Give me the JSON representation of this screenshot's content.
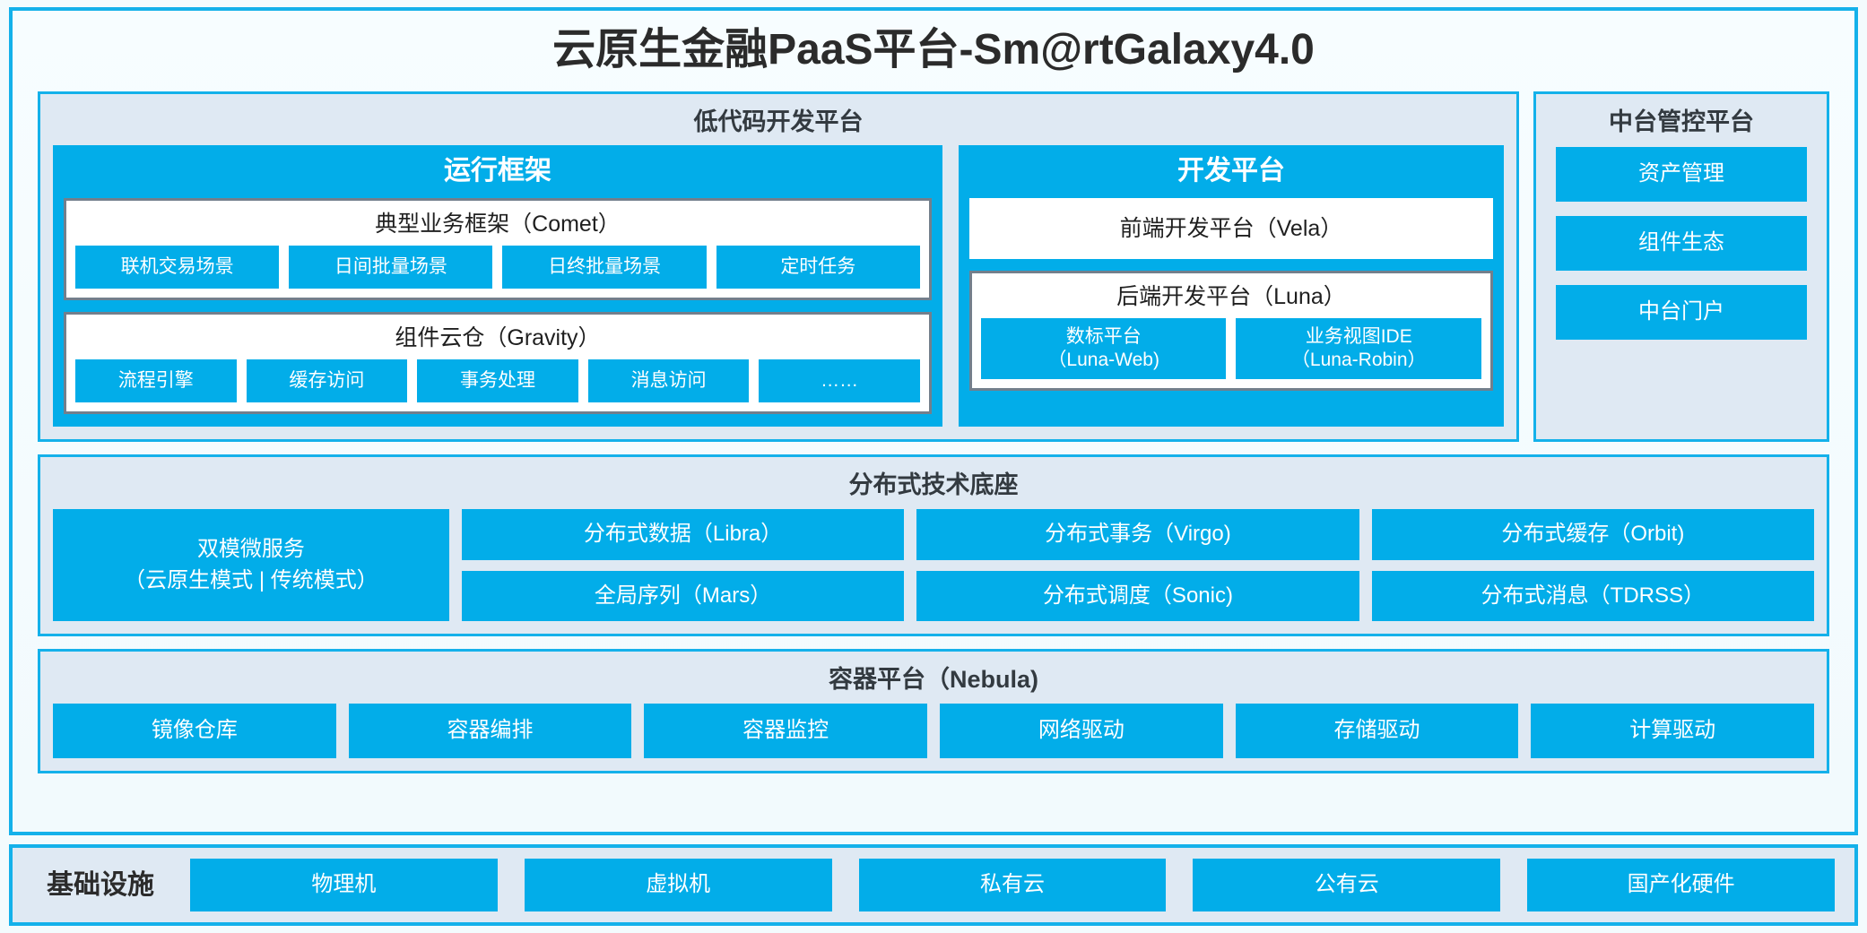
{
  "title": "云原生金融PaaS平台-Sm@rtGalaxy4.0",
  "colors": {
    "accent_blue": "#02ade9",
    "border_cyan": "#14b1ea",
    "panel_fill": "#dfe9f3",
    "grey_border": "#737f8c",
    "page_bg": "#f3fbfd"
  },
  "lowcode": {
    "title": "低代码开发平台",
    "runtime": {
      "title": "运行框架",
      "comet": {
        "title": "典型业务框架（Comet）",
        "items": [
          "联机交易场景",
          "日间批量场景",
          "日终批量场景",
          "定时任务"
        ]
      },
      "gravity": {
        "title": "组件云仓（Gravity）",
        "items": [
          "流程引擎",
          "缓存访问",
          "事务处理",
          "消息访问",
          "……"
        ]
      }
    },
    "devplatform": {
      "title": "开发平台",
      "frontend": "前端开发平台（Vela）",
      "backend": {
        "title": "后端开发平台（Luna）",
        "items": [
          "数标平台\n（Luna-Web)",
          "业务视图IDE\n（Luna-Robin）"
        ]
      }
    }
  },
  "control_platform": {
    "title": "中台管控平台",
    "items": [
      "资产管理",
      "组件生态",
      "中台门户"
    ]
  },
  "distributed": {
    "title": "分布式技术底座",
    "highlight": "双模微服务\n（云原生模式 | 传统模式）",
    "columns": [
      [
        "分布式数据（Libra）",
        "全局序列（Mars）"
      ],
      [
        "分布式事务（Virgo)",
        "分布式调度（Sonic)"
      ],
      [
        "分布式缓存（Orbit)",
        "分布式消息（TDRSS）"
      ]
    ]
  },
  "container": {
    "title": "容器平台（Nebula)",
    "items": [
      "镜像仓库",
      "容器编排",
      "容器监控",
      "网络驱动",
      "存储驱动",
      "计算驱动"
    ]
  },
  "infrastructure": {
    "label": "基础设施",
    "items": [
      "物理机",
      "虚拟机",
      "私有云",
      "公有云",
      "国产化硬件"
    ]
  }
}
